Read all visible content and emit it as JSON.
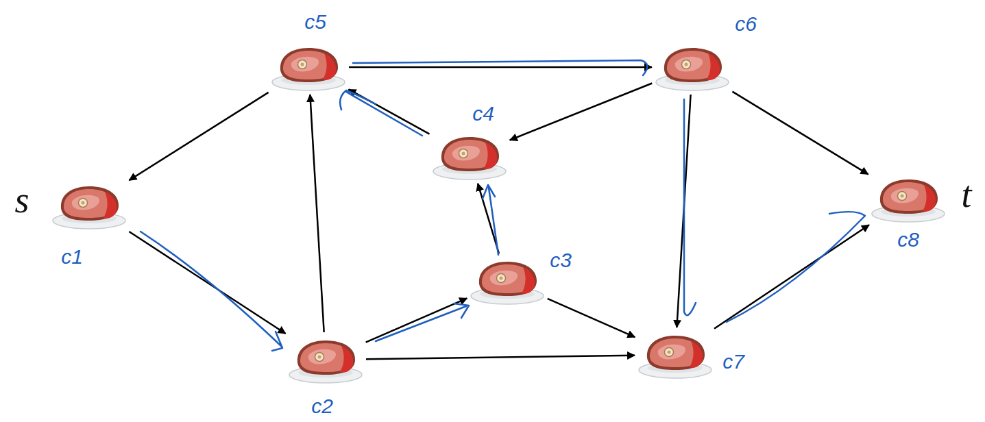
{
  "diagram": {
    "nodes": [
      {
        "text": [
          "s",
          "c1"
        ]
      },
      {
        "text": [
          "c2"
        ]
      },
      {
        "text": [
          "c3"
        ]
      },
      {
        "text": [
          "c4"
        ]
      },
      {
        "text": [
          "c5"
        ]
      },
      {
        "text": [
          "c6"
        ]
      },
      {
        "text": [
          "c7"
        ]
      },
      {
        "text": [
          "t",
          "c8"
        ]
      }
    ],
    "edges": [
      {
        "from": 4,
        "to": 0,
        "arrow": "to"
      },
      {
        "from": 0,
        "to": 1,
        "arrow": "to"
      },
      {
        "from": 1,
        "to": 4,
        "arrow": "to"
      },
      {
        "from": 3,
        "to": 4,
        "arrow": "to"
      },
      {
        "from": 4,
        "to": 5,
        "arrow": "to"
      },
      {
        "from": 5,
        "to": 3,
        "arrow": "to"
      },
      {
        "from": 5,
        "to": 6,
        "arrow": "to"
      },
      {
        "from": 5,
        "to": 7,
        "arrow": "to"
      },
      {
        "from": 1,
        "to": 2,
        "arrow": "to"
      },
      {
        "from": 2,
        "to": 3,
        "arrow": "to"
      },
      {
        "from": 2,
        "to": 6,
        "arrow": "to"
      },
      {
        "from": 1,
        "to": 6,
        "arrow": "to"
      },
      {
        "from": 6,
        "to": 7,
        "arrow": "to"
      }
    ]
  }
}
